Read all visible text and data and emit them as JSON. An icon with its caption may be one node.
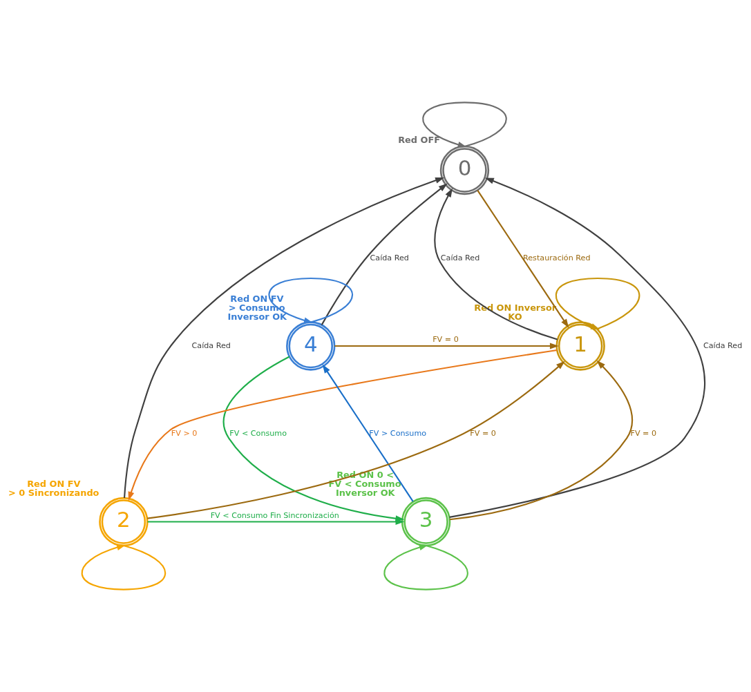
{
  "diagram": {
    "nodes": [
      {
        "text": [
          "0"
        ],
        "beside": [
          "Red OFF"
        ]
      },
      {
        "text": [
          "1"
        ],
        "beside": [
          "Red ON Inversor KO"
        ]
      },
      {
        "text": [
          "2"
        ],
        "beside": [
          "Red ON FV > 0 Sincronizando"
        ]
      },
      {
        "text": [
          "3"
        ],
        "beside": [
          "Red ON 0 < FV < Consumo Inversor OK"
        ]
      },
      {
        "text": [
          "4"
        ],
        "beside": [
          "Red ON FV > Consumo Inversor OK"
        ]
      }
    ],
    "edges": [
      {
        "from": 0,
        "to": 0,
        "arrow": "to",
        "color": "#6d6d6d"
      },
      {
        "from": 1,
        "to": 0,
        "arrow": "to",
        "label": "Caída Red"
      },
      {
        "from": 0,
        "to": 1,
        "arrow": "to",
        "label": "Restauración Red",
        "color": "#9c6a10"
      },
      {
        "from": 1,
        "to": 1,
        "arrow": "to",
        "color": "#c9960c"
      },
      {
        "from": 4,
        "to": 4,
        "arrow": "to",
        "color": "#3a7fd5"
      },
      {
        "from": 4,
        "to": 0,
        "arrow": "to",
        "label": "Caída Red"
      },
      {
        "from": 4,
        "to": 1,
        "arrow": "to",
        "label": "FV = 0",
        "color": "#9c6a10"
      },
      {
        "from": 4,
        "to": 3,
        "arrow": "to",
        "label": "FV < Consumo",
        "color": "#1fae4a"
      },
      {
        "from": 3,
        "to": 4,
        "arrow": "to",
        "label": "FV > Consumo",
        "color": "#1a6fc8"
      },
      {
        "from": 3,
        "to": 0,
        "arrow": "to",
        "label": "Caída Red"
      },
      {
        "from": 2,
        "to": 0,
        "arrow": "to",
        "label": "Caída Red"
      },
      {
        "from": 3,
        "to": 1,
        "arrow": "to",
        "label": "FV = 0",
        "color": "#9c6a10"
      },
      {
        "from": 1,
        "to": 2,
        "arrow": "to",
        "label": "FV > 0",
        "color": "#e8781a"
      },
      {
        "from": 2,
        "to": 1,
        "arrow": "to",
        "label": "FV = 0",
        "color": "#9c6a10"
      },
      {
        "from": 2,
        "to": 3,
        "arrow": "to",
        "label": "FV < Consumo Fin Sincronización",
        "color": "#1fae4a"
      },
      {
        "from": 2,
        "to": 2,
        "arrow": "to",
        "color": "#f5a500"
      },
      {
        "from": 3,
        "to": 3,
        "arrow": "to",
        "color": "#5cc24a"
      }
    ]
  }
}
